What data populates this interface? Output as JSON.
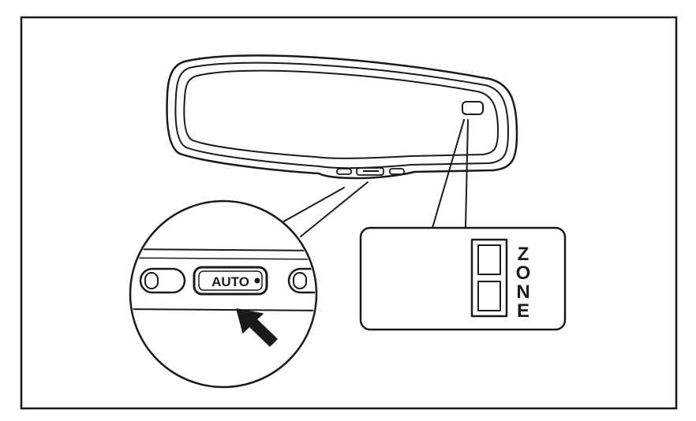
{
  "diagram": {
    "button_label": "AUTO",
    "zone_label": "ZONE",
    "zone_letters": [
      "Z",
      "O",
      "N",
      "E"
    ],
    "colors": {
      "ink": "#1a1a1a",
      "background": "#ffffff"
    },
    "icons": [
      "pointer-arrow-icon",
      "seven-segment-digit-icon"
    ]
  }
}
